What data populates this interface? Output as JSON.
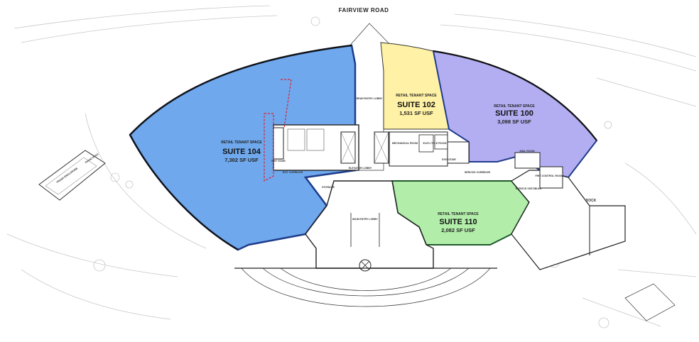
{
  "road_label": "FAIRVIEW ROAD",
  "suites": [
    {
      "id": "104",
      "sub": "RETAIL TENANT SPACE",
      "title": "SUITE 104",
      "area": "7,302 SF USF",
      "color": "#6fa8ec"
    },
    {
      "id": "102",
      "sub": "RETAIL TENANT SPACE",
      "title": "SUITE 102",
      "area": "1,531 SF USF",
      "color": "#fff2a6"
    },
    {
      "id": "100",
      "sub": "RETAIL TENANT SPACE",
      "title": "SUITE 100",
      "area": "3,098 SF USF",
      "color": "#b3aef2"
    },
    {
      "id": "110",
      "sub": "RETAIL TENANT SPACE",
      "title": "SUITE 110",
      "area": "2,082 SF USF",
      "color": "#b2eeaa"
    }
  ],
  "rooms": {
    "rear_entry_lobby": "REAR ENTRY LOBBY",
    "elevator_lobby": "ELEVATOR LOBBY",
    "mechanical_room": "MECHANICAL ROOM",
    "elec_tele_room": "ELEC./TELE ROOM",
    "exit_stair_right": "EXIT STAIR",
    "exit_stair_left": "EXIT STAIR",
    "exit_corridor": "EXIT CORRIDOR",
    "storage": "STORAGE",
    "service_corridor": "SERVICE CORRIDOR",
    "mail_room": "MAIL ROOM",
    "fire_control_room": "FIRE CONTROL ROOM",
    "service_vestibule": "SERVICE VESTIBULE",
    "main_entry_lobby": "MAIN ENTRY LOBBY",
    "dock": "DOCK",
    "trash_enclosure": "TRASH ENCLOSURE",
    "piano_hvac": "PIANO HVAC"
  }
}
